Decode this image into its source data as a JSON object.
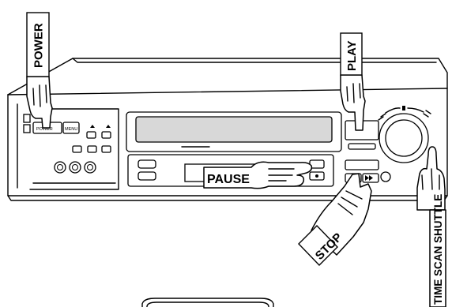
{
  "labels": {
    "power": "POWER",
    "play": "PLAY",
    "pause": "PAUSE",
    "stop": "STOP",
    "time_scan_shuttle": "TIME SCAN SHUTTLE"
  },
  "buttons": {
    "power": "POWER",
    "menu": "MENU"
  },
  "colors": {
    "line": "#000000",
    "background": "#ffffff",
    "cassette_slot": "#d8d8d8"
  }
}
